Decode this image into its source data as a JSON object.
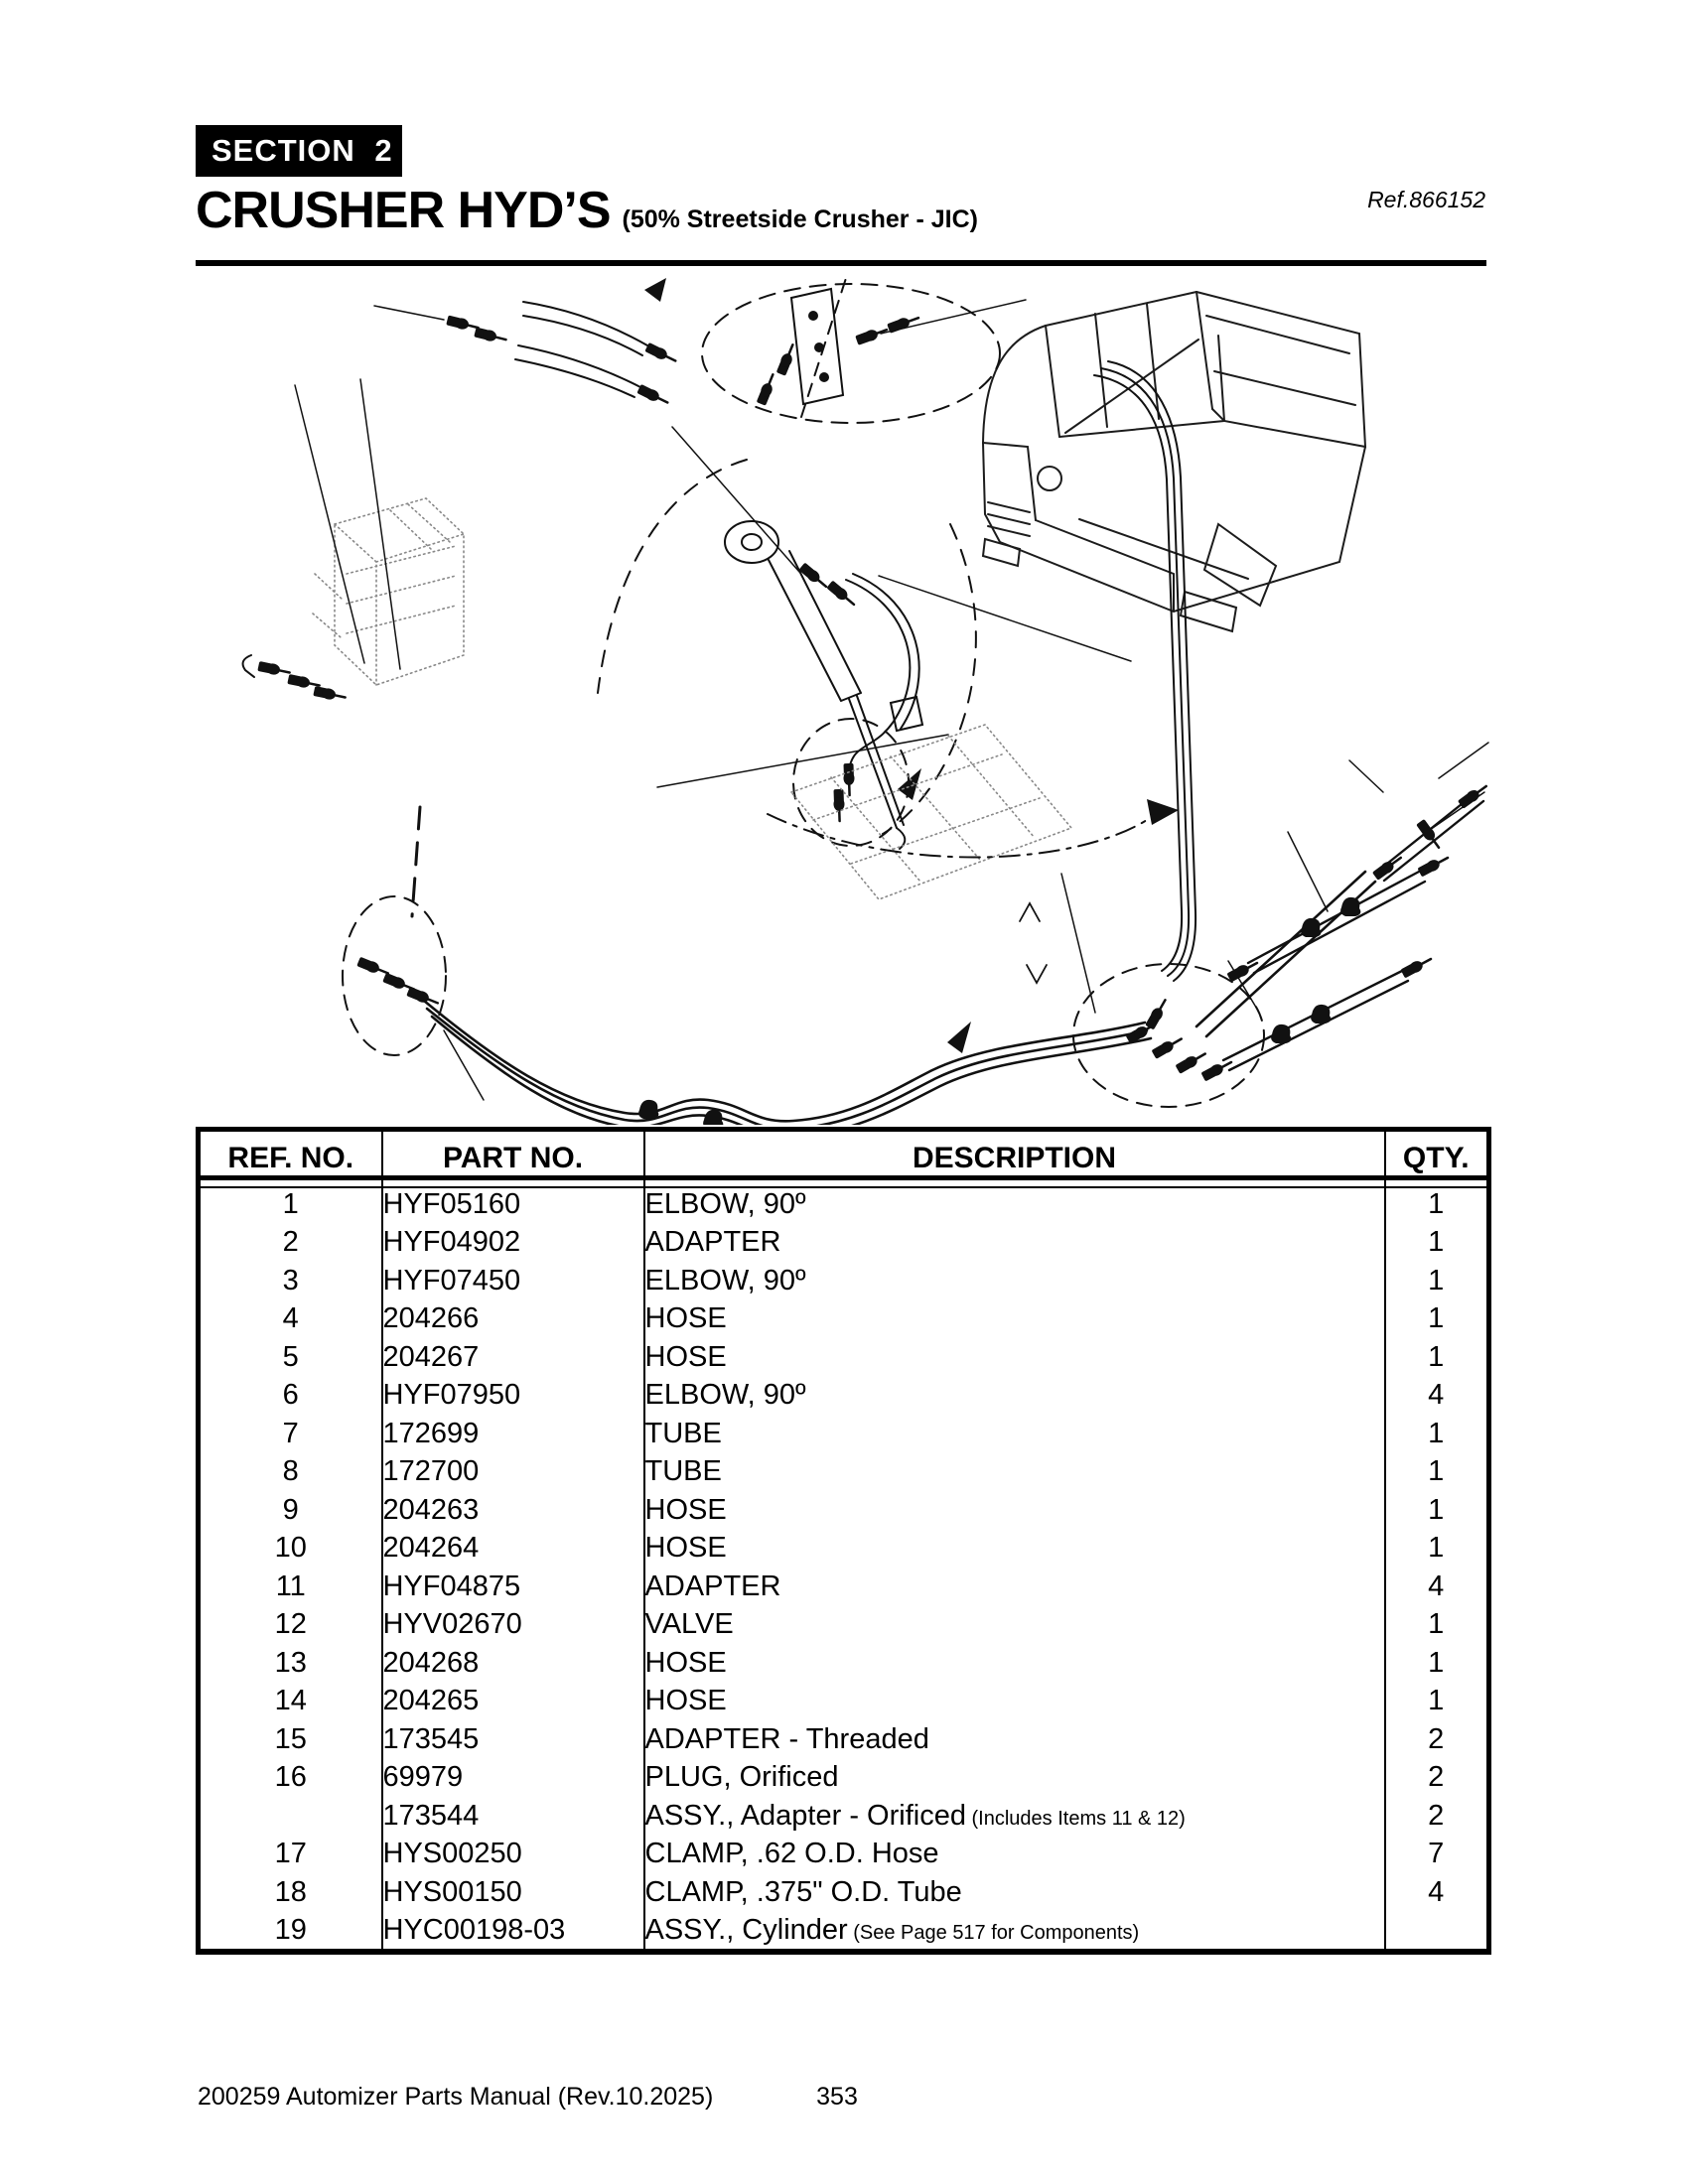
{
  "header": {
    "section_label": "SECTION 2",
    "title": "CRUSHER HYD’S",
    "subtitle": "(50% Streetside Crusher - JIC)",
    "ref": "Ref.866152"
  },
  "table": {
    "headers": [
      "REF. NO.",
      "PART NO.",
      "DESCRIPTION",
      "QTY."
    ],
    "rows": [
      {
        "ref": "1",
        "part": "HYF05160",
        "desc": "ELBOW, 90º",
        "note": "",
        "qty": "1"
      },
      {
        "ref": "2",
        "part": "HYF04902",
        "desc": "ADAPTER",
        "note": "",
        "qty": "1"
      },
      {
        "ref": "3",
        "part": "HYF07450",
        "desc": "ELBOW, 90º",
        "note": "",
        "qty": "1"
      },
      {
        "ref": "4",
        "part": "204266",
        "desc": "HOSE",
        "note": "",
        "qty": "1"
      },
      {
        "ref": "5",
        "part": "204267",
        "desc": "HOSE",
        "note": "",
        "qty": "1"
      },
      {
        "ref": "6",
        "part": "HYF07950",
        "desc": "ELBOW, 90º",
        "note": "",
        "qty": "4"
      },
      {
        "ref": "7",
        "part": "172699",
        "desc": "TUBE",
        "note": "",
        "qty": "1"
      },
      {
        "ref": "8",
        "part": "172700",
        "desc": "TUBE",
        "note": "",
        "qty": "1"
      },
      {
        "ref": "9",
        "part": "204263",
        "desc": "HOSE",
        "note": "",
        "qty": "1"
      },
      {
        "ref": "10",
        "part": "204264",
        "desc": "HOSE",
        "note": "",
        "qty": "1"
      },
      {
        "ref": "11",
        "part": "HYF04875",
        "desc": "ADAPTER",
        "note": "",
        "qty": "4"
      },
      {
        "ref": "12",
        "part": "HYV02670",
        "desc": "VALVE",
        "note": "",
        "qty": "1"
      },
      {
        "ref": "13",
        "part": "204268",
        "desc": "HOSE",
        "note": "",
        "qty": "1"
      },
      {
        "ref": "14",
        "part": "204265",
        "desc": "HOSE",
        "note": "",
        "qty": "1"
      },
      {
        "ref": "15",
        "part": "173545",
        "desc": "ADAPTER - Threaded",
        "note": "",
        "qty": "2"
      },
      {
        "ref": "16",
        "part": "69979",
        "desc": "PLUG, Orificed",
        "note": "",
        "qty": "2"
      },
      {
        "ref": "",
        "part": "173544",
        "desc": "ASSY., Adapter - Orificed",
        "note": "(Includes Items 11 & 12)",
        "qty": "2"
      },
      {
        "ref": "17",
        "part": "HYS00250",
        "desc": "CLAMP, .62 O.D. Hose",
        "note": "",
        "qty": "7"
      },
      {
        "ref": "18",
        "part": "HYS00150",
        "desc": "CLAMP, .375\" O.D. Tube",
        "note": "",
        "qty": "4"
      },
      {
        "ref": "19",
        "part": "HYC00198-03",
        "desc": "ASSY., Cylinder",
        "note": "(See Page 517 for Components)",
        "qty": ""
      }
    ]
  },
  "footer": {
    "manual": "200259 Automizer Parts Manual (Rev.10.2025)",
    "page": "353"
  }
}
